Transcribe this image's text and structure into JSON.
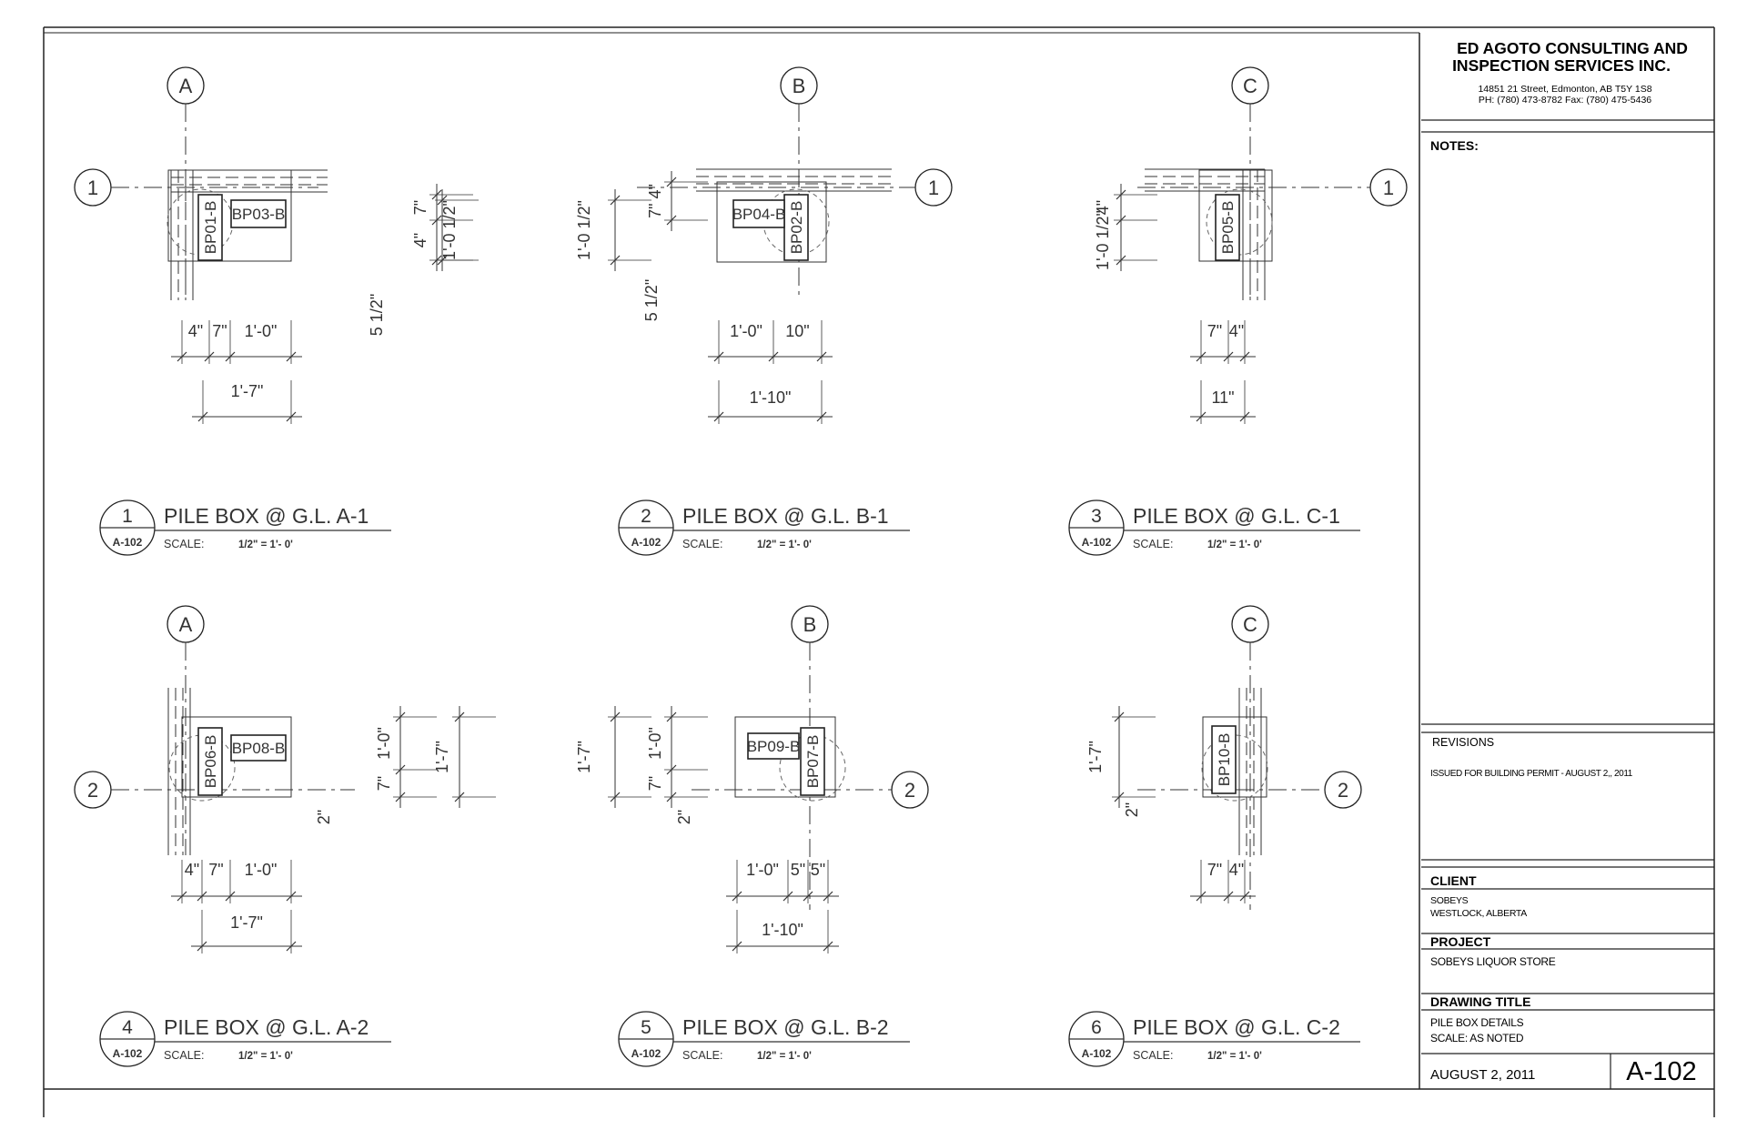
{
  "title_block": {
    "company_line1": "ED AGOTO CONSULTING AND",
    "company_line2": "INSPECTION SERVICES INC.",
    "address": "14851 21 Street, Edmonton, AB  T5Y 1S8",
    "phone": "PH: (780) 473-8782  Fax: (780) 475-5436",
    "notes_label": "NOTES:",
    "revisions_label": "REVISIONS",
    "revision_entry": "ISSUED FOR BUILDING PERMIT - AUGUST 2,, 2011",
    "client_label": "CLIENT",
    "client_line1": "SOBEYS",
    "client_line2": "WESTLOCK, ALBERTA",
    "project_label": "PROJECT",
    "project_name": "SOBEYS LIQUOR STORE",
    "drawing_title_label": "DRAWING TITLE",
    "drawing_title_line1": "PILE BOX DETAILS",
    "drawing_title_line2": "SCALE: AS NOTED",
    "date": "AUGUST 2, 2011",
    "sheet_number": "A-102"
  },
  "details": [
    {
      "number": "1",
      "sheet": "A-102",
      "title": "PILE BOX @ G.L. A-1",
      "scale_label": "SCALE:",
      "scale_value": "1/2\" = 1'- 0'",
      "grid_col": "A",
      "grid_row": "1",
      "piles": [
        "BP01-B",
        "BP03-B"
      ],
      "dims": [
        "4\"",
        "7\"",
        "1'-0\"",
        "1'-7\"",
        "7\"",
        "4\"",
        "1'-0 1/2\"",
        "5 1/2\""
      ]
    },
    {
      "number": "2",
      "sheet": "A-102",
      "title": "PILE BOX @ G.L. B-1",
      "scale_label": "SCALE:",
      "scale_value": "1/2\" = 1'- 0'",
      "grid_col": "B",
      "grid_row": "1",
      "piles": [
        "BP04-B",
        "BP02-B"
      ],
      "dims": [
        "1'-0 1/2\"",
        "7\"",
        "4\"",
        "5 1/2\"",
        "1'-0\"",
        "10\"",
        "1'-10\""
      ]
    },
    {
      "number": "3",
      "sheet": "A-102",
      "title": "PILE BOX @ G.L. C-1",
      "scale_label": "SCALE:",
      "scale_value": "1/2\" = 1'- 0'",
      "grid_col": "C",
      "grid_row": "1",
      "piles": [
        "BP05-B"
      ],
      "dims": [
        "4\"",
        "1'-0 1/2\"",
        "7\"",
        "4\"",
        "11\""
      ]
    },
    {
      "number": "4",
      "sheet": "A-102",
      "title": "PILE BOX @ G.L. A-2",
      "scale_label": "SCALE:",
      "scale_value": "1/2\" = 1'- 0'",
      "grid_col": "A",
      "grid_row": "2",
      "piles": [
        "BP06-B",
        "BP08-B"
      ],
      "dims": [
        "1'-0\"",
        "7\"",
        "1'-7\"",
        "2\"",
        "4\"",
        "7\"",
        "1'-0\"",
        "1'-7\""
      ]
    },
    {
      "number": "5",
      "sheet": "A-102",
      "title": "PILE BOX @ G.L. B-2",
      "scale_label": "SCALE:",
      "scale_value": "1/2\" = 1'- 0'",
      "grid_col": "B",
      "grid_row": "2",
      "piles": [
        "BP09-B",
        "BP07-B"
      ],
      "dims": [
        "1'-7\"",
        "7\"",
        "1'-0\"",
        "2\"",
        "1'-0\"",
        "5\"",
        "5\"",
        "1'-10\""
      ]
    },
    {
      "number": "6",
      "sheet": "A-102",
      "title": "PILE BOX @ G.L. C-2",
      "scale_label": "SCALE:",
      "scale_value": "1/2\" = 1'- 0'",
      "grid_col": "C",
      "grid_row": "2",
      "piles": [
        "BP10-B"
      ],
      "dims": [
        "1'-7\"",
        "2\"",
        "7\"",
        "4\""
      ]
    }
  ]
}
